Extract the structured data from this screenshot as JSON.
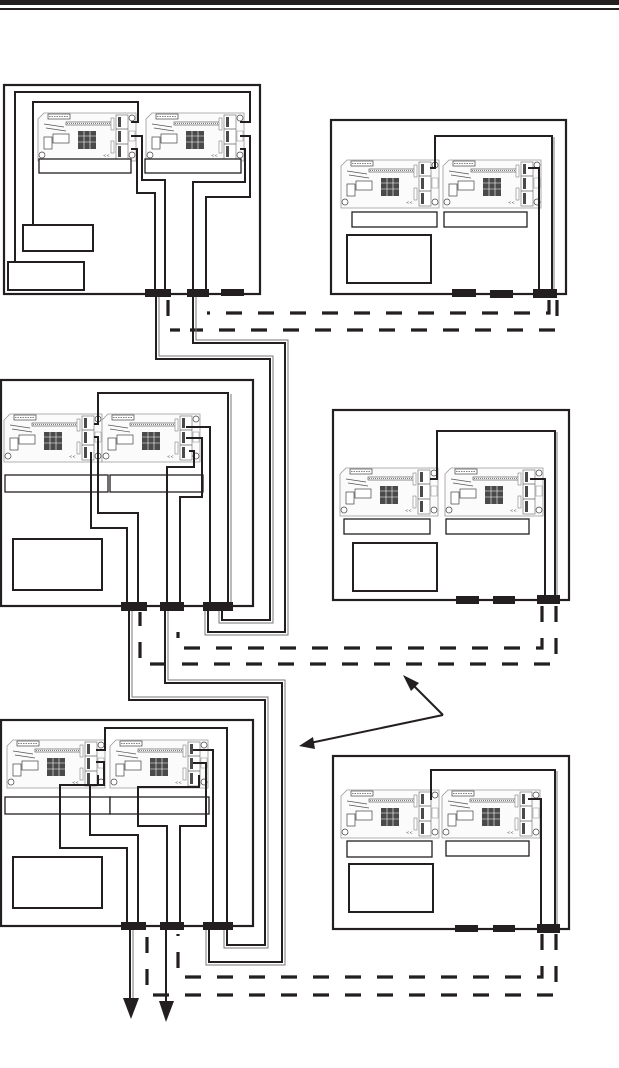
{
  "page": {
    "header_rule": "double",
    "description": "Wiring diagram: six control panel enclosures, each with two PCB controller boards, label strips, and a power supply box; interconnected by cable runs through cable glands, with dashed bus lines and two downward arrows indicating outgoing cables."
  },
  "colors": {
    "ink": "#231f20",
    "paper": "#ffffff",
    "secondary_wire": "#777777"
  },
  "enclosures": [
    {
      "id": "enclosure-left-1",
      "column": "left",
      "row": 1,
      "boards": 2,
      "label_strips": 2,
      "psu_boxes": 2,
      "glands": 3
    },
    {
      "id": "enclosure-right-1",
      "column": "right",
      "row": 1,
      "boards": 2,
      "label_strips": 2,
      "psu_boxes": 1,
      "glands": 3
    },
    {
      "id": "enclosure-left-2",
      "column": "left",
      "row": 2,
      "boards": 2,
      "label_strips": 2,
      "psu_boxes": 1,
      "glands": 3
    },
    {
      "id": "enclosure-right-2",
      "column": "right",
      "row": 2,
      "boards": 2,
      "label_strips": 2,
      "psu_boxes": 1,
      "glands": 3
    },
    {
      "id": "enclosure-left-3",
      "column": "left",
      "row": 3,
      "boards": 2,
      "label_strips": 2,
      "psu_boxes": 1,
      "glands": 3
    },
    {
      "id": "enclosure-right-3",
      "column": "right",
      "row": 3,
      "boards": 2,
      "label_strips": 2,
      "psu_boxes": 1,
      "glands": 3
    }
  ],
  "annotations": {
    "pointer_arrows": 2,
    "outgoing_arrows": 2
  }
}
